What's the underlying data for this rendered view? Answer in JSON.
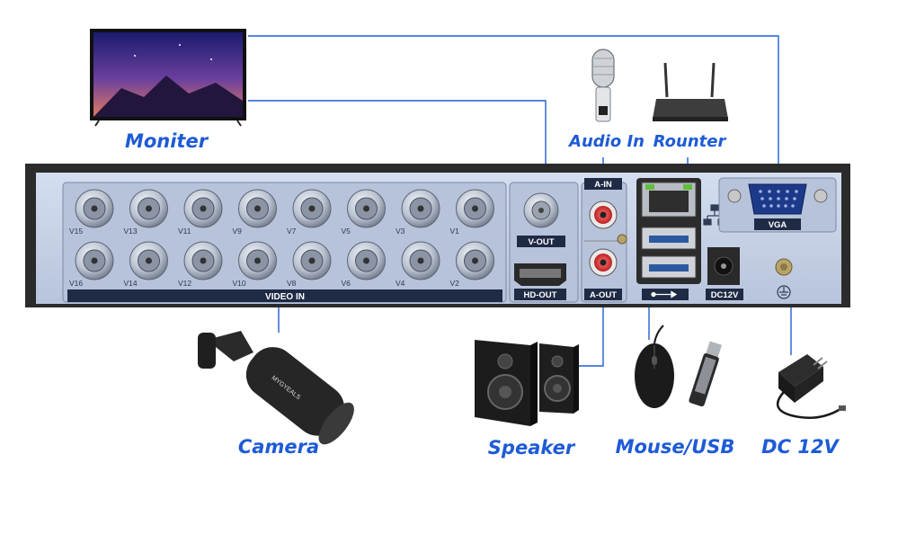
{
  "captions": {
    "monitor": "Moniter",
    "audio_in": "Audio In",
    "router": "Rounter",
    "camera": "Camera",
    "speaker": "Speaker",
    "mouse_usb": "Mouse/USB",
    "dc": "DC 12V"
  },
  "panel": {
    "video_in": "VIDEO IN",
    "v_out": "V-OUT",
    "hd_out": "HD-OUT",
    "a_in": "A-IN",
    "a_out": "A-OUT",
    "vga": "VGA",
    "dc12v": "DC12V",
    "ports_top": [
      "V15",
      "V13",
      "V11",
      "V9",
      "V7",
      "V5",
      "V3",
      "V1"
    ],
    "ports_bottom": [
      "V16",
      "V14",
      "V12",
      "V10",
      "V8",
      "V6",
      "V4",
      "V2"
    ]
  },
  "camera_brand": "MYGYEALS",
  "colors": {
    "accent": "#1e5bd6",
    "panel_face": "#c9d4e8",
    "label_bar": "#1f2b44",
    "chassis": "#2b2b2b"
  }
}
